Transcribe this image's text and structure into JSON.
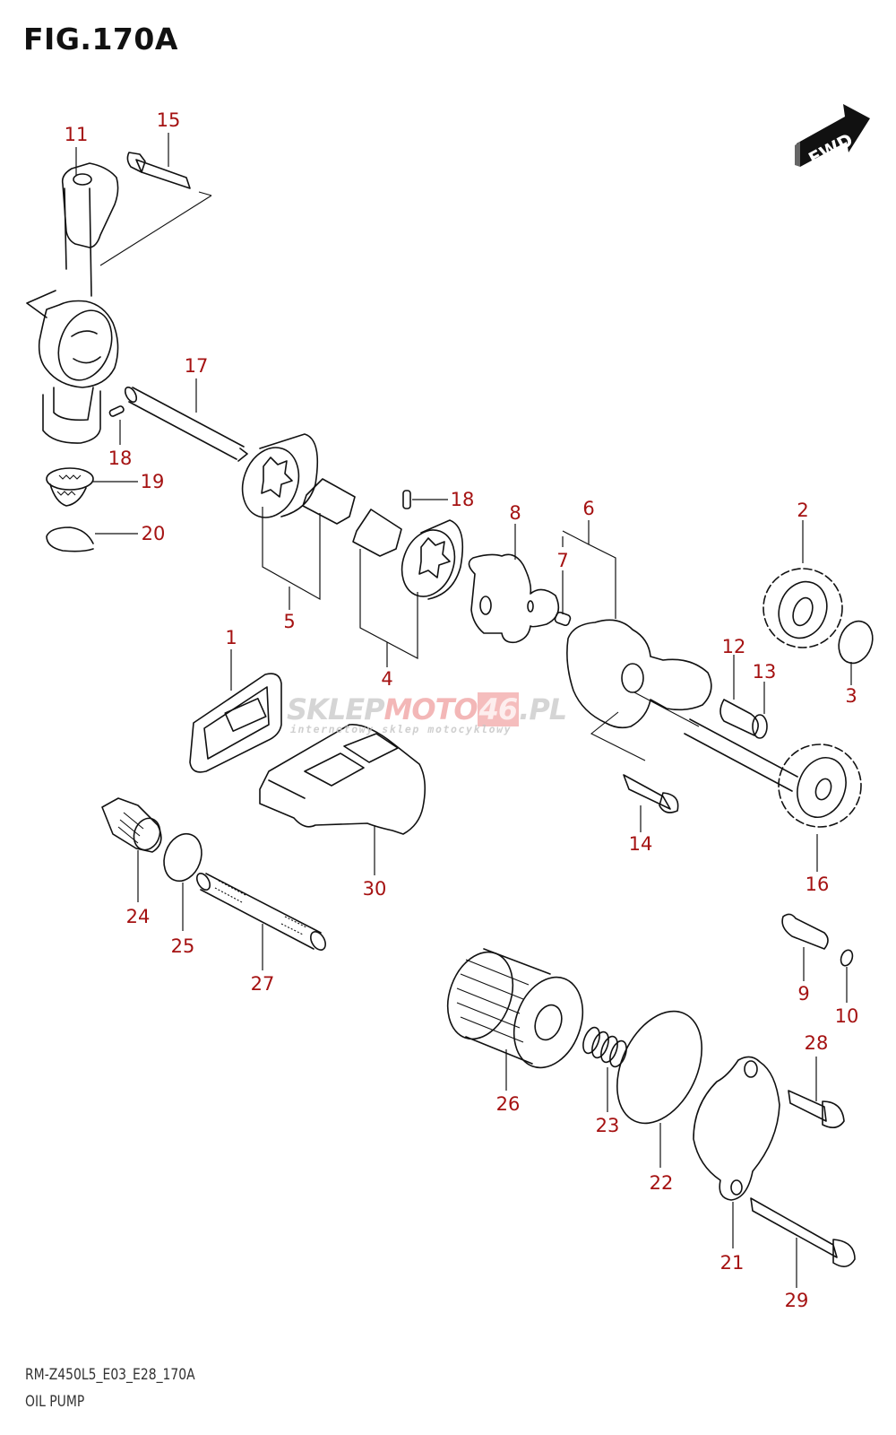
{
  "figure": {
    "title": "FIG.170A",
    "model_code": "RM-Z450L5_E03_E28_170A",
    "section_name": "OIL PUMP",
    "direction_badge": "FWD"
  },
  "watermark": {
    "brand_part1": "SKLEP",
    "brand_part2": "MOTO",
    "brand_part3": "46",
    "brand_part4": ".PL",
    "tagline": "internetowy sklep motocyklowy"
  },
  "callouts": [
    {
      "id": "c11",
      "label": "11"
    },
    {
      "id": "c15",
      "label": "15"
    },
    {
      "id": "c17",
      "label": "17"
    },
    {
      "id": "c18a",
      "label": "18"
    },
    {
      "id": "c19",
      "label": "19"
    },
    {
      "id": "c20",
      "label": "20"
    },
    {
      "id": "c5",
      "label": "5"
    },
    {
      "id": "c4",
      "label": "4"
    },
    {
      "id": "c18b",
      "label": "18"
    },
    {
      "id": "c8",
      "label": "8"
    },
    {
      "id": "c6",
      "label": "6"
    },
    {
      "id": "c7",
      "label": "7"
    },
    {
      "id": "c2",
      "label": "2"
    },
    {
      "id": "c12",
      "label": "12"
    },
    {
      "id": "c13",
      "label": "13"
    },
    {
      "id": "c3",
      "label": "3"
    },
    {
      "id": "c1",
      "label": "1"
    },
    {
      "id": "c14",
      "label": "14"
    },
    {
      "id": "c16",
      "label": "16"
    },
    {
      "id": "c30",
      "label": "30"
    },
    {
      "id": "c24",
      "label": "24"
    },
    {
      "id": "c25",
      "label": "25"
    },
    {
      "id": "c27",
      "label": "27"
    },
    {
      "id": "c26",
      "label": "26"
    },
    {
      "id": "c23",
      "label": "23"
    },
    {
      "id": "c22",
      "label": "22"
    },
    {
      "id": "c9",
      "label": "9"
    },
    {
      "id": "c10",
      "label": "10"
    },
    {
      "id": "c28",
      "label": "28"
    },
    {
      "id": "c21",
      "label": "21"
    },
    {
      "id": "c29",
      "label": "29"
    }
  ]
}
